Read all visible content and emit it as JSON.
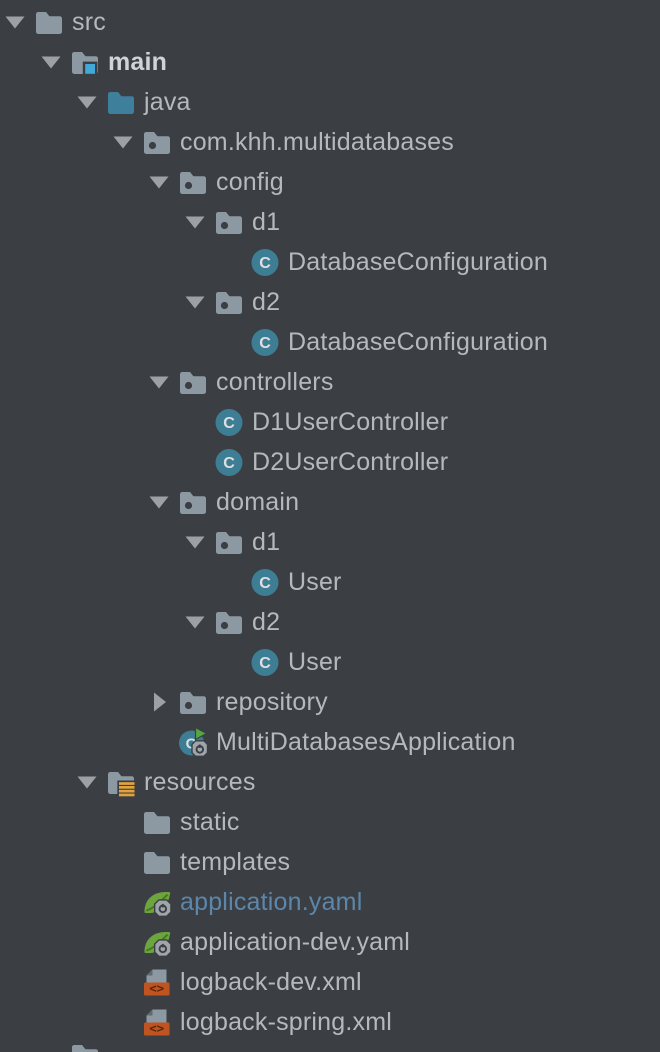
{
  "panel": {
    "type": "project-file-tree",
    "theme": "dark"
  },
  "colors": {
    "background": "#3B3F43",
    "text_default": "#B6B9BB",
    "text_bold_module": "#D1D4D6",
    "text_open_file_blue": "#5C87AB",
    "folder_gray": "#8C99A3",
    "sources_root_teal": "#3E7F9C",
    "class_badge_teal": "#3E7E95",
    "module_marker_blue": "#41A9DA",
    "resources_marker_yellow": "#E2A33F",
    "spring_leaf_green": "#6CA43E",
    "run_arrow_green": "#56A73F",
    "xml_orange": "#C05420",
    "arrow_gray": "#9DA1A4"
  },
  "tree": {
    "rows": [
      {
        "label": "src",
        "level": 0,
        "icon": "folder-icon",
        "toggle": "expanded"
      },
      {
        "label": "main",
        "level": 1,
        "icon": "module-source-folder-icon",
        "toggle": "expanded",
        "bold": true
      },
      {
        "label": "java",
        "level": 2,
        "icon": "sources-root-folder-icon",
        "toggle": "expanded"
      },
      {
        "label": "com.khh.multidatabases",
        "level": 3,
        "icon": "package-folder-icon",
        "toggle": "expanded"
      },
      {
        "label": "config",
        "level": 4,
        "icon": "package-folder-icon",
        "toggle": "expanded"
      },
      {
        "label": "d1",
        "level": 5,
        "icon": "package-folder-icon",
        "toggle": "expanded"
      },
      {
        "label": "DatabaseConfiguration",
        "level": 6,
        "icon": "java-class-icon",
        "toggle": null
      },
      {
        "label": "d2",
        "level": 5,
        "icon": "package-folder-icon",
        "toggle": "expanded"
      },
      {
        "label": "DatabaseConfiguration",
        "level": 6,
        "icon": "java-class-icon",
        "toggle": null
      },
      {
        "label": "controllers",
        "level": 4,
        "icon": "package-folder-icon",
        "toggle": "expanded"
      },
      {
        "label": "D1UserController",
        "level": 5,
        "icon": "java-class-icon",
        "toggle": null
      },
      {
        "label": "D2UserController",
        "level": 5,
        "icon": "java-class-icon",
        "toggle": null
      },
      {
        "label": "domain",
        "level": 4,
        "icon": "package-folder-icon",
        "toggle": "expanded"
      },
      {
        "label": "d1",
        "level": 5,
        "icon": "package-folder-icon",
        "toggle": "expanded"
      },
      {
        "label": "User",
        "level": 6,
        "icon": "java-class-icon",
        "toggle": null
      },
      {
        "label": "d2",
        "level": 5,
        "icon": "package-folder-icon",
        "toggle": "expanded"
      },
      {
        "label": "User",
        "level": 6,
        "icon": "java-class-icon",
        "toggle": null
      },
      {
        "label": "repository",
        "level": 4,
        "icon": "package-folder-icon",
        "toggle": "collapsed"
      },
      {
        "label": "MultiDatabasesApplication",
        "level": 4,
        "icon": "spring-boot-run-class-icon",
        "toggle": null
      },
      {
        "label": "resources",
        "level": 2,
        "icon": "resources-root-folder-icon",
        "toggle": "expanded"
      },
      {
        "label": "static",
        "level": 3,
        "icon": "folder-icon",
        "toggle": null
      },
      {
        "label": "templates",
        "level": 3,
        "icon": "folder-icon",
        "toggle": null
      },
      {
        "label": "application.yaml",
        "level": 3,
        "icon": "spring-config-file-icon",
        "toggle": null,
        "highlighted_blue": true
      },
      {
        "label": "application-dev.yaml",
        "level": 3,
        "icon": "spring-config-file-icon",
        "toggle": null
      },
      {
        "label": "logback-dev.xml",
        "level": 3,
        "icon": "xml-file-icon",
        "toggle": null
      },
      {
        "label": "logback-spring.xml",
        "level": 3,
        "icon": "xml-file-icon",
        "toggle": null
      },
      {
        "label": "",
        "level": 1,
        "icon": "folder-icon",
        "toggle": null,
        "partially_visible": true
      }
    ]
  }
}
